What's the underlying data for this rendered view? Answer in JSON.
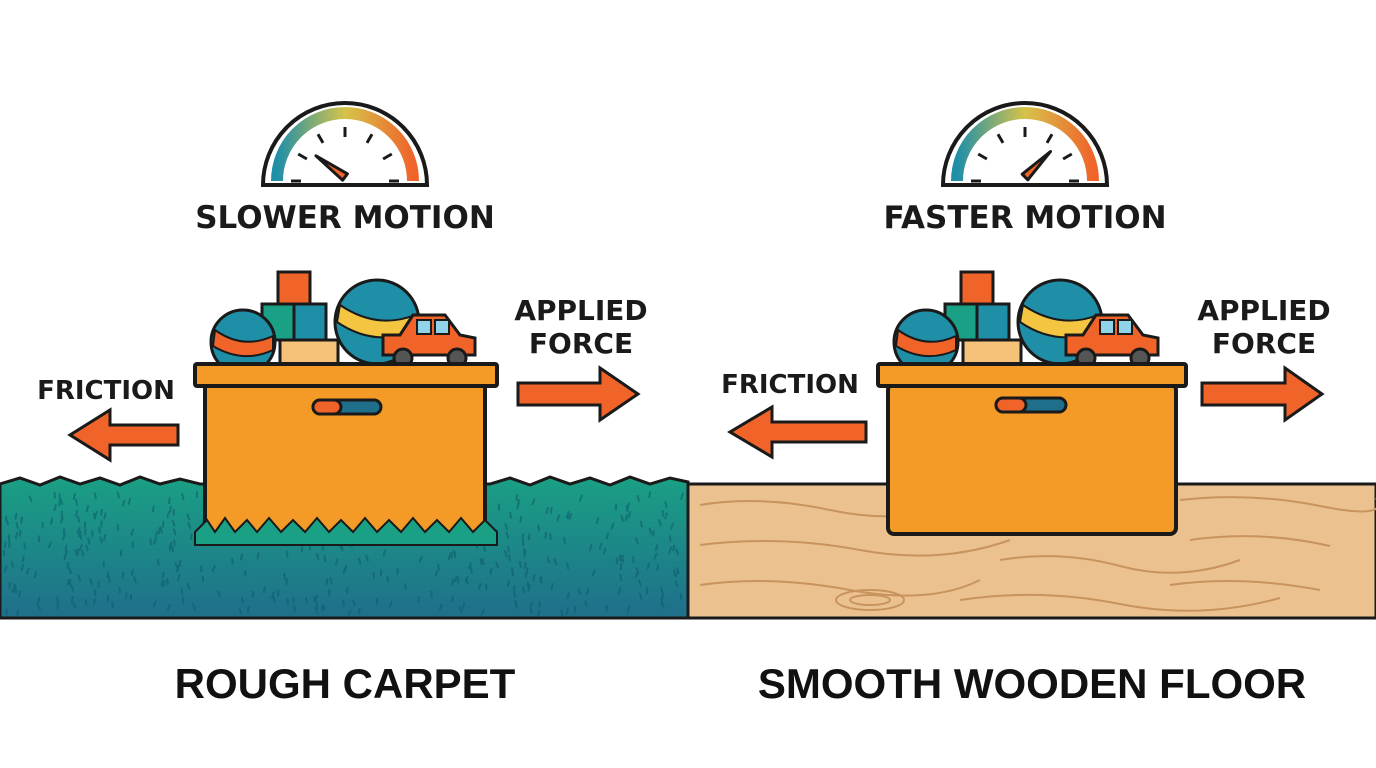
{
  "left_panel": {
    "speed_label": "SLOWER MOTION",
    "applied_force_line1": "APPLIED",
    "applied_force_line2": "FORCE",
    "friction_label": "FRICTION",
    "surface_label": "ROUGH CARPET",
    "speed_level": 0.2
  },
  "right_panel": {
    "speed_label": "FASTER MOTION",
    "applied_force_line1": "APPLIED",
    "applied_force_line2": "FORCE",
    "friction_label": "FRICTION",
    "surface_label": "SMOOTH WOODEN FLOOR",
    "speed_level": 0.75
  },
  "colors": {
    "box": "#f39a27",
    "arrow": "#f0642a",
    "carpet": "#1aa084",
    "carpet_dark": "#1f6f8b",
    "wood": "#ebc28f",
    "wood_grain": "#c9935e",
    "outline": "#1a1a1a"
  }
}
